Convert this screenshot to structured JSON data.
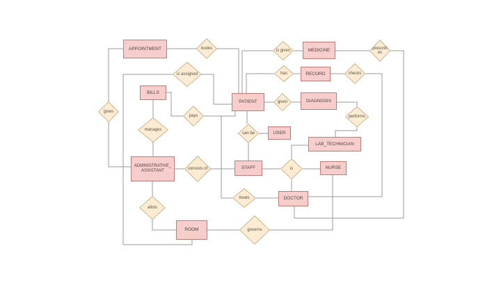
{
  "diagram_type": "entity-relationship-diagram",
  "colors": {
    "background": "#ffffff",
    "entity_fill": "#f8cecc",
    "entity_stroke": "#bd7b75",
    "relationship_fill": "#fcecd3",
    "relationship_stroke": "#c2aa7c",
    "edge": "#9a9a9a"
  },
  "entities": {
    "appointment": {
      "label": "APPOINTMENT"
    },
    "bills": {
      "label": "BILLS"
    },
    "patient": {
      "label": "PATIENT"
    },
    "medicine": {
      "label": "MEDICINE"
    },
    "record": {
      "label": "RECORD"
    },
    "diagnosis": {
      "label": "DIAGNOSIS"
    },
    "user": {
      "label": "USER"
    },
    "lab_technician": {
      "label": "LAB_TECHNICIAN"
    },
    "staff": {
      "label": "STAFF"
    },
    "nurse": {
      "label": "NURSE"
    },
    "doctor": {
      "label": "DOCTOR"
    },
    "administrative_assistant": {
      "label": "ADMINISTRATIVE_ ASSISTANT"
    },
    "room": {
      "label": "ROOM"
    }
  },
  "relationships": {
    "books": {
      "label": "books",
      "connects": [
        "APPOINTMENT",
        "PATIENT"
      ]
    },
    "is_assigned": {
      "label": "is assigned",
      "connects": [
        "ROOM",
        "PATIENT"
      ]
    },
    "gives": {
      "label": "gives",
      "connects": [
        "APPOINTMENT",
        "ADMINISTRATIVE_ASSISTANT"
      ]
    },
    "manages": {
      "label": "manages",
      "connects": [
        "BILLS",
        "ADMINISTRATIVE_ASSISTANT"
      ]
    },
    "pays": {
      "label": "pays",
      "connects": [
        "BILLS",
        "PATIENT"
      ]
    },
    "is_given": {
      "label": "is given",
      "connects": [
        "PATIENT",
        "MEDICINE"
      ]
    },
    "prescribes": {
      "label": "prescribes",
      "connects": [
        "MEDICINE",
        "DOCTOR"
      ]
    },
    "has": {
      "label": "has",
      "connects": [
        "PATIENT",
        "RECORD"
      ]
    },
    "checks": {
      "label": "checks",
      "connects": [
        "RECORD",
        "DOCTOR"
      ]
    },
    "given": {
      "label": "given",
      "connects": [
        "PATIENT",
        "DIAGNOSIS"
      ]
    },
    "performs": {
      "label": "performs",
      "connects": [
        "DIAGNOSIS",
        "LAB_TECHNICIAN"
      ]
    },
    "can_be": {
      "label": "can be",
      "connects": [
        "PATIENT",
        "USER",
        "STAFF"
      ]
    },
    "consists_of": {
      "label": "consists of",
      "connects": [
        "ADMINISTRATIVE_ASSISTANT",
        "STAFF"
      ]
    },
    "is": {
      "label": "is",
      "connects": [
        "STAFF",
        "NURSE",
        "DOCTOR",
        "LAB_TECHNICIAN"
      ]
    },
    "treats": {
      "label": "treats",
      "connects": [
        "PATIENT",
        "DOCTOR"
      ]
    },
    "allots": {
      "label": "allots",
      "connects": [
        "ADMINISTRATIVE_ASSISTANT",
        "ROOM"
      ]
    },
    "governs": {
      "label": "governs",
      "connects": [
        "ROOM",
        "NURSE"
      ]
    }
  }
}
